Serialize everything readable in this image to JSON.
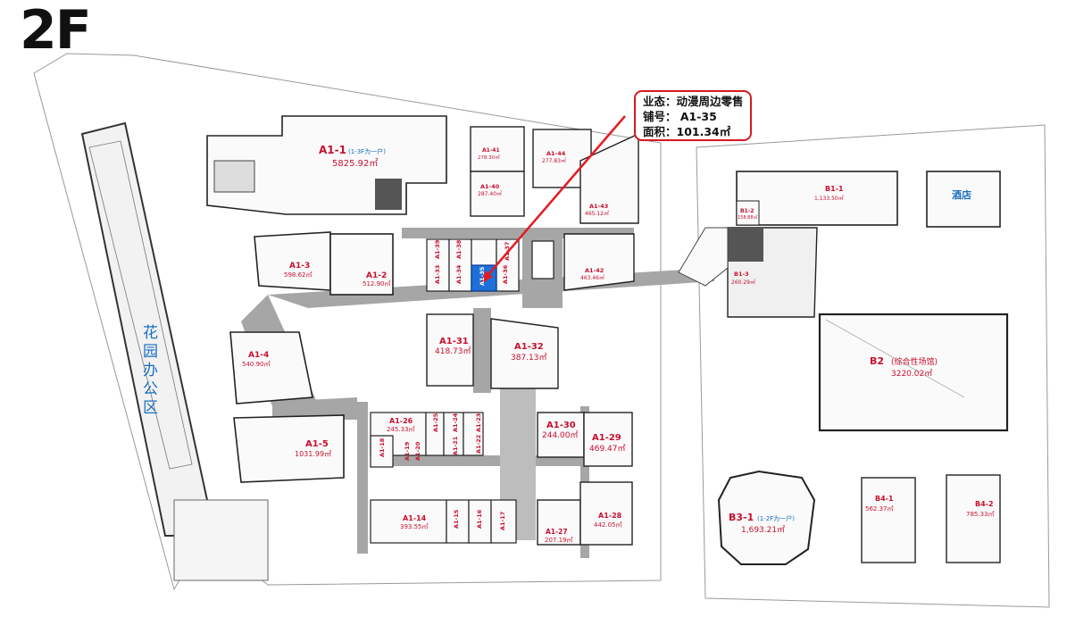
{
  "floor": "2F",
  "callout": {
    "line1": "业态：动漫周边零售",
    "line2": "铺号： A1-35",
    "line3": "面积：101.34㎡"
  },
  "office": "花园办公区",
  "hotel": "酒店",
  "units": {
    "A1_1": {
      "id": "A1-1",
      "note": "(1-3F为一户)",
      "area": "5825.92㎡"
    },
    "A1_2": {
      "id": "A1-2",
      "area": "512.90㎡"
    },
    "A1_3": {
      "id": "A1-3",
      "area": "598.62㎡"
    },
    "A1_4": {
      "id": "A1-4",
      "area": "540.90㎡"
    },
    "A1_5": {
      "id": "A1-5",
      "area": "1031.99㎡"
    },
    "A1_14": {
      "id": "A1-14",
      "area": "393.55㎡"
    },
    "A1_15": {
      "id": "A1-15",
      "area": ""
    },
    "A1_16": {
      "id": "A1-16",
      "area": ""
    },
    "A1_17": {
      "id": "A1-17",
      "area": ""
    },
    "A1_18": {
      "id": "A1-18",
      "area": ""
    },
    "A1_19": {
      "id": "A1-19",
      "area": ""
    },
    "A1_20": {
      "id": "A1-20",
      "area": ""
    },
    "A1_21": {
      "id": "A1-21",
      "area": ""
    },
    "A1_22": {
      "id": "A1-22",
      "area": ""
    },
    "A1_23": {
      "id": "A1-23",
      "area": ""
    },
    "A1_24": {
      "id": "A1-24",
      "area": ""
    },
    "A1_25": {
      "id": "A1-25",
      "area": ""
    },
    "A1_26": {
      "id": "A1-26",
      "area": "245.33㎡"
    },
    "A1_27": {
      "id": "A1-27",
      "area": "207.19㎡"
    },
    "A1_28": {
      "id": "A1-28",
      "area": "442.05㎡"
    },
    "A1_29": {
      "id": "A1-29",
      "area": "469.47㎡"
    },
    "A1_30": {
      "id": "A1-30",
      "area": "244.00㎡"
    },
    "A1_31": {
      "id": "A1-31",
      "area": "418.73㎡"
    },
    "A1_32": {
      "id": "A1-32",
      "area": "387.13㎡"
    },
    "A1_33": {
      "id": "A1-33",
      "area": ""
    },
    "A1_34": {
      "id": "A1-34",
      "area": ""
    },
    "A1_35": {
      "id": "A1-35",
      "area": ""
    },
    "A1_36": {
      "id": "A1-36",
      "area": ""
    },
    "A1_37": {
      "id": "A1-37",
      "area": ""
    },
    "A1_38": {
      "id": "A1-38",
      "area": ""
    },
    "A1_39": {
      "id": "A1-39",
      "area": ""
    },
    "A1_40": {
      "id": "A1-40",
      "area": "287.40㎡"
    },
    "A1_41": {
      "id": "A1-41",
      "area": "278.30㎡"
    },
    "A1_42": {
      "id": "A1-42",
      "area": "463.46㎡"
    },
    "A1_43": {
      "id": "A1-43",
      "area": "465.12㎡"
    },
    "A1_44": {
      "id": "A1-44",
      "area": "277.83㎡"
    },
    "B1_1": {
      "id": "B1-1",
      "area": "1,133.50㎡"
    },
    "B1_2": {
      "id": "B1-2",
      "area": "158.88㎡"
    },
    "B1_3": {
      "id": "B1-3",
      "area": "260.29㎡"
    },
    "B2": {
      "id": "B2",
      "note": "(综合性场馆)",
      "area": "3220.02㎡"
    },
    "B3_1": {
      "id": "B3-1",
      "note": "(1-2F为一户)",
      "area": "1,693.21㎡"
    },
    "B4_1": {
      "id": "B4-1",
      "area": "562.37㎡"
    },
    "B4_2": {
      "id": "B4-2",
      "area": "785.33㎡"
    }
  },
  "colors": {
    "label_red": "#c8102e",
    "highlight_blue": "#1e6fd9",
    "callout_border": "#d71920",
    "office_text": "#1a6ec2",
    "corridor": "#9a9a9a",
    "wall": "#222222"
  }
}
